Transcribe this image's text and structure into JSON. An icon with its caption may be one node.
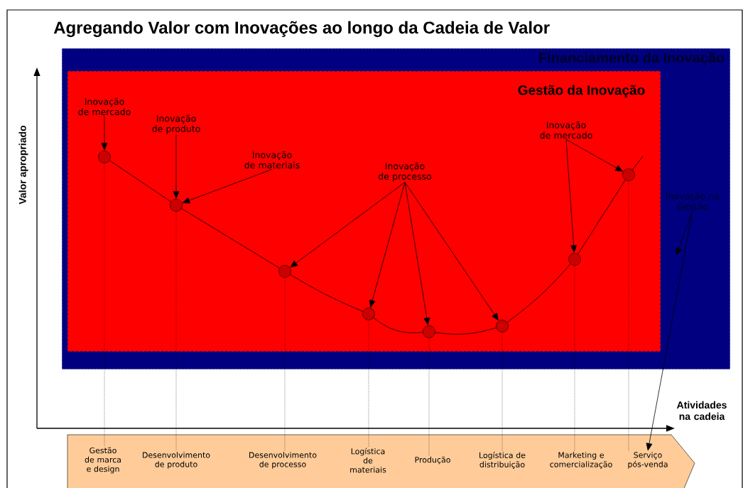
{
  "diagram": {
    "title": "Agregando Valor com Inovações ao longo da Cadeia de Valor",
    "nodes": [
      {
        "text": [
          "Financiamento da Inovação"
        ]
      },
      {
        "text": [
          "Gestão da Inovação"
        ],
        "in": 0
      },
      {
        "text": [
          "Inovação de mercado"
        ],
        "in": 1
      },
      {
        "text": [
          "Inovação de produto"
        ],
        "in": 1
      },
      {
        "text": [
          "Inovação de materiais"
        ],
        "in": 1
      },
      {
        "text": [
          "Inovação de processo"
        ],
        "in": 1
      },
      {
        "text": [
          "Inovação de mercado"
        ],
        "in": 1
      },
      {
        "text": [
          "Inovação na Gestão"
        ],
        "in": 0
      },
      {
        "text": [],
        "shape": "circle",
        "in": 1
      },
      {
        "text": [],
        "shape": "circle",
        "in": 1
      },
      {
        "text": [],
        "shape": "circle",
        "in": 1
      },
      {
        "text": [],
        "shape": "circle",
        "in": 1
      },
      {
        "text": [],
        "shape": "circle",
        "in": 1
      },
      {
        "text": [],
        "shape": "circle",
        "in": 1
      },
      {
        "text": [],
        "shape": "circle",
        "in": 1
      },
      {
        "text": [],
        "shape": "circle",
        "in": 1
      },
      {
        "text": [],
        "shape": "arrow"
      },
      {
        "text": [
          "Gestão de marca e design"
        ],
        "in": 16
      },
      {
        "text": [
          "Desenvolvimento de produto"
        ],
        "in": 16
      },
      {
        "text": [
          "Desenvolvimento de processo"
        ],
        "in": 16
      },
      {
        "text": [
          "Logística de materiais"
        ],
        "in": 16
      },
      {
        "text": [
          "Produção"
        ],
        "in": 16
      },
      {
        "text": [
          "Logística de distribuição"
        ],
        "in": 16
      },
      {
        "text": [
          "Marketing e comercialização"
        ],
        "in": 16
      },
      {
        "text": [
          "Serviço pós-venda"
        ],
        "in": 16
      }
    ],
    "edges": [
      {
        "from": 2,
        "to": 8,
        "arrow": "to"
      },
      {
        "from": 3,
        "to": 9,
        "arrow": "to"
      },
      {
        "from": 4,
        "to": 9,
        "arrow": "to"
      },
      {
        "from": 5,
        "to": 10,
        "arrow": "to"
      },
      {
        "from": 5,
        "to": 11,
        "arrow": "to"
      },
      {
        "from": 5,
        "to": 12,
        "arrow": "to"
      },
      {
        "from": 5,
        "to": 13,
        "arrow": "to"
      },
      {
        "from": 6,
        "to": 14,
        "arrow": "to"
      },
      {
        "from": 6,
        "to": 15,
        "arrow": "to"
      },
      {
        "from": 7,
        "to": null,
        "arrow": "to"
      },
      {
        "from": 7,
        "to": 24,
        "arrow": "to"
      },
      {
        "from": 8,
        "to": 9,
        "arrow": "none"
      },
      {
        "from": 9,
        "to": 10,
        "arrow": "none"
      },
      {
        "from": 10,
        "to": 11,
        "arrow": "none"
      },
      {
        "from": 11,
        "to": 12,
        "arrow": "none"
      },
      {
        "from": 12,
        "to": 13,
        "arrow": "none"
      },
      {
        "from": 13,
        "to": 14,
        "arrow": "none"
      },
      {
        "from": 14,
        "to": 15,
        "arrow": "none"
      },
      {
        "from": 15,
        "to": null,
        "arrow": "none"
      },
      {
        "from": 8,
        "to": 17,
        "arrow": "none",
        "style": "dashed"
      },
      {
        "from": 9,
        "to": 18,
        "arrow": "none",
        "style": "dashed"
      },
      {
        "from": 10,
        "to": 19,
        "arrow": "none",
        "style": "dashed"
      },
      {
        "from": 11,
        "to": 20,
        "arrow": "none",
        "style": "dashed"
      },
      {
        "from": 12,
        "to": 21,
        "arrow": "none",
        "style": "dashed"
      },
      {
        "from": 13,
        "to": 22,
        "arrow": "none",
        "style": "dashed"
      },
      {
        "from": 14,
        "to": 23,
        "arrow": "none",
        "style": "dashed"
      },
      {
        "from": 15,
        "to": 24,
        "arrow": "none",
        "style": "dashed"
      }
    ],
    "labels": [
      "Valor apropriado",
      "Atividades na cadeia"
    ]
  }
}
